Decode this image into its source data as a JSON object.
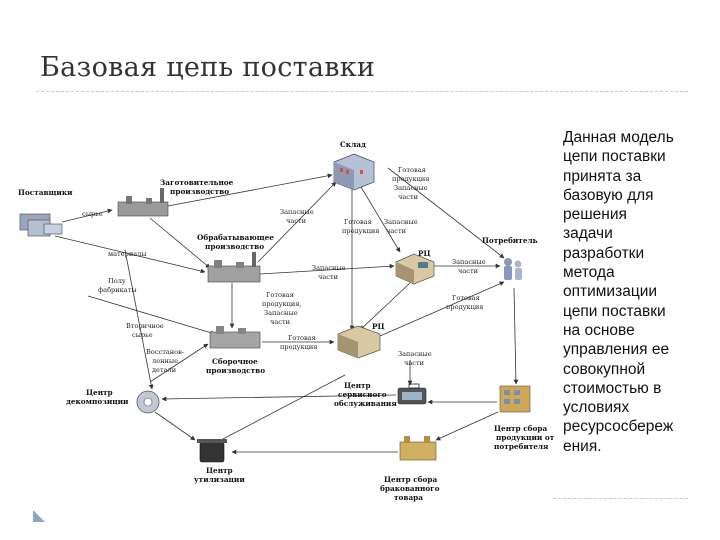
{
  "title": "Базовая цепь поставки",
  "body_lines": [
    "Данная модель",
    "цепи поставки",
    "принята за",
    "базовую для",
    "решения",
    "задачи",
    "разработки",
    "метода",
    "оптимизации",
    "цепи поставки",
    "на основе",
    "управления ее",
    "совокупной",
    "стоимостью в",
    "условиях",
    "ресурсосбереж",
    "ения."
  ],
  "nodes": {
    "suppliers": [
      "Поставщики"
    ],
    "procurement": [
      "Заготовительное",
      "производство"
    ],
    "processing": [
      "Обрабатывающее",
      "производство"
    ],
    "assembly": [
      "Сборочное",
      "производство"
    ],
    "warehouse": [
      "Склад"
    ],
    "dc_upper": [
      "РЦ"
    ],
    "dc_lower": [
      "РЦ"
    ],
    "consumer": [
      "Потребитель"
    ],
    "decomposition": [
      "Центр",
      "декомпозиции"
    ],
    "service": [
      "Центр",
      "сервисного",
      "обслуживания"
    ],
    "collection_from_consumers": [
      "Центр сбора",
      "продукции от",
      "потребителя"
    ],
    "disposal": [
      "Центр",
      "утилизации"
    ],
    "defect_collection": [
      "Центр сбора",
      "бракованного",
      "товара"
    ]
  },
  "edge_labels": {
    "raw": [
      "сырье"
    ],
    "materials": [
      "материалы"
    ],
    "semi": [
      "Полу",
      "фабрикаты"
    ],
    "secondary_raw": [
      "Вторичное",
      "сырье"
    ],
    "restored_parts": [
      "Восстанов-",
      "ленные",
      "детали"
    ],
    "spares_to_warehouse": [
      "Запасные",
      "части"
    ],
    "finished_spares_1": [
      "Готовая",
      "продукция"
    ],
    "finished_spares_2": [
      "Запасные",
      "части"
    ],
    "warehouse_out": [
      "Готовая",
      "продукция",
      "Запасные",
      "части"
    ],
    "spares_mid": [
      "Запасные",
      "части"
    ],
    "finished_assembly_1": [
      "Готовая",
      "продукция,",
      "Запасные",
      "части"
    ],
    "finished_assembly_2": [
      "Готовая",
      "продукция"
    ],
    "to_consumer_1": [
      "Запасные",
      "части"
    ],
    "to_consumer_2": [
      "Готовая",
      "продукция"
    ],
    "to_service": [
      "Запасные",
      "части"
    ]
  }
}
